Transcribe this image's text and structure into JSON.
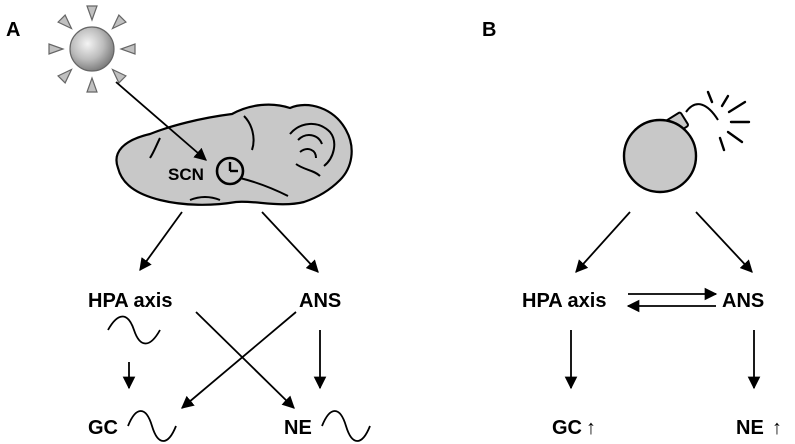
{
  "panels": {
    "a": {
      "letter": "A",
      "scn_label": "SCN",
      "hpa_label": "HPA axis",
      "ans_label": "ANS",
      "gc_label": "GC",
      "ne_label": "NE"
    },
    "b": {
      "letter": "B",
      "hpa_label": "HPA axis",
      "ans_label": "ANS",
      "gc_label": "GC",
      "ne_label": "NE",
      "up_symbol": "↑"
    }
  },
  "icons": [
    "sun-icon",
    "brain-icon",
    "clock-icon",
    "bomb-icon",
    "sine-wave-icon",
    "up-arrow-icon"
  ],
  "colors": {
    "fill_gray": "#c8c8c8",
    "stroke": "#000000"
  }
}
